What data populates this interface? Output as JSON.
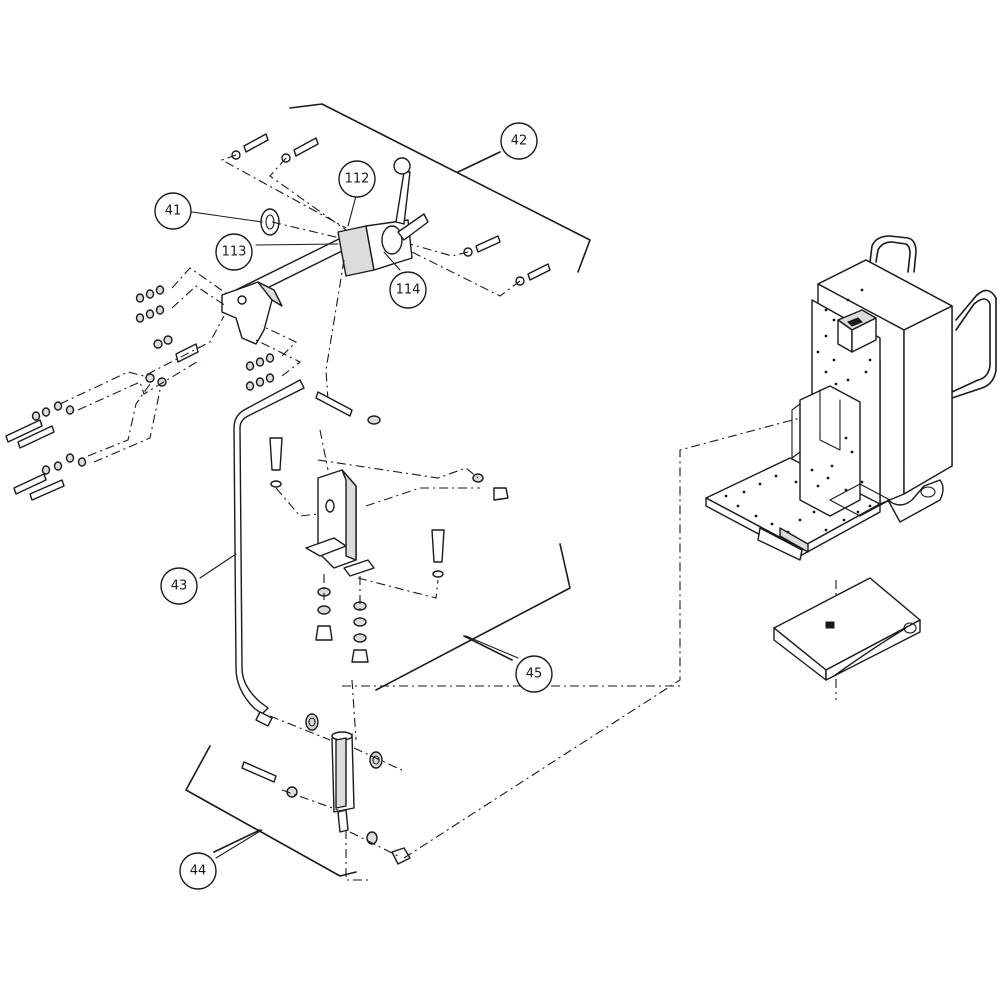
{
  "diagram": {
    "callouts": [
      {
        "id": "c42",
        "text": "42"
      },
      {
        "id": "c112",
        "text": "112"
      },
      {
        "id": "c41",
        "text": "41"
      },
      {
        "id": "c113",
        "text": "113"
      },
      {
        "id": "c114",
        "text": "114"
      },
      {
        "id": "c43",
        "text": "43"
      },
      {
        "id": "c45",
        "text": "45"
      },
      {
        "id": "c44",
        "text": "44"
      }
    ]
  }
}
